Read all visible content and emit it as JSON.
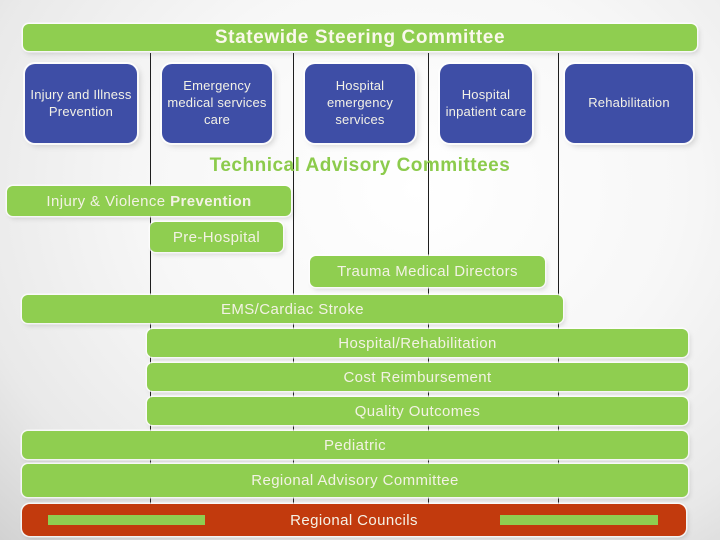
{
  "title": "Statewide Steering Committee",
  "section_heading": "Technical Advisory Committees",
  "steering_committees": [
    {
      "label": "Injury and Illness Prevention"
    },
    {
      "label": "Emergency medical services care"
    },
    {
      "label": "Hospital emergency services"
    },
    {
      "label": "Hospital inpatient care"
    },
    {
      "label": "Rehabilitation"
    }
  ],
  "advisory_committees": [
    {
      "label_regular": "Injury & Violence ",
      "label_bold": "Prevention"
    },
    {
      "label": "Pre-Hospital"
    },
    {
      "label": "Trauma Medical Directors"
    },
    {
      "label": "EMS/Cardiac Stroke"
    },
    {
      "label": "Hospital/Rehabilitation"
    },
    {
      "label": "Cost Reimbursement"
    },
    {
      "label": "Quality Outcomes"
    },
    {
      "label": "Pediatric"
    },
    {
      "label": "Regional Advisory Committee"
    }
  ],
  "regional_councils": {
    "label": "Regional Councils"
  },
  "colors": {
    "green": "#8FCE50",
    "blue": "#3E4EA6",
    "red": "#C23A0D",
    "connector_line": "#1e1e1e",
    "text_light": "#F3F2E4"
  }
}
